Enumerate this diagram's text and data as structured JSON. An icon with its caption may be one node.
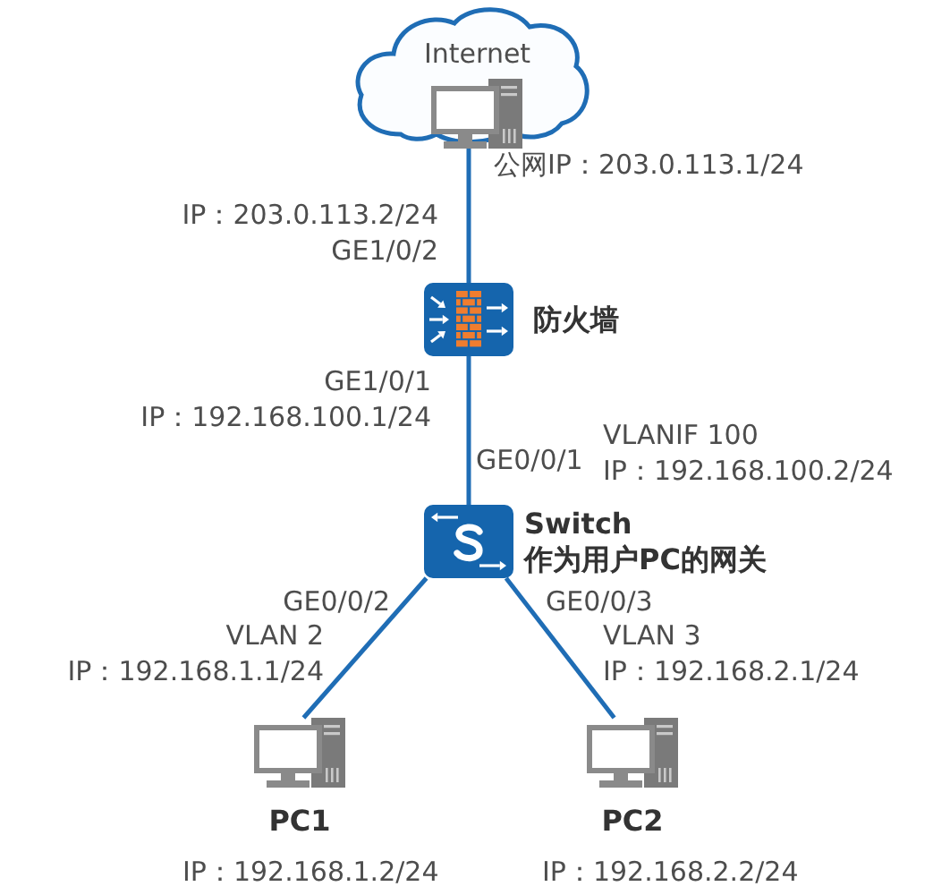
{
  "diagram": {
    "nodes": [
      {
        "text": [
          "Internet"
        ]
      },
      {
        "text": [],
        "shape": "picture",
        "in": 0
      },
      {
        "text": [
          "防火墙"
        ]
      },
      {
        "text": [
          "Switch",
          "作为用户PC的网关"
        ]
      },
      {
        "text": [
          "PC1"
        ],
        "beside": [
          "IP：192.168.1.2/24"
        ]
      },
      {
        "text": [
          "PC2"
        ],
        "beside": [
          "IP：192.168.2.2/24"
        ]
      }
    ],
    "edges": [
      {
        "from": 1,
        "to": 2,
        "arrow": "none"
      },
      {
        "from": 2,
        "to": 3,
        "arrow": "none"
      },
      {
        "from": 3,
        "to": 4,
        "arrow": "none"
      },
      {
        "from": 3,
        "to": 5,
        "arrow": "none"
      }
    ],
    "labels": [
      "公网IP：203.0.113.1/24",
      "IP：203.0.113.2/24",
      "GE1/0/2",
      "GE1/0/1",
      "IP：192.168.100.1/24",
      "VLANIF 100",
      "GE0/0/1",
      "IP：192.168.100.2/24",
      "GE0/0/2",
      "GE0/0/3",
      "VLAN 2",
      "VLAN 3",
      "IP：192.168.1.1/24",
      "IP：192.168.2.1/24"
    ]
  }
}
